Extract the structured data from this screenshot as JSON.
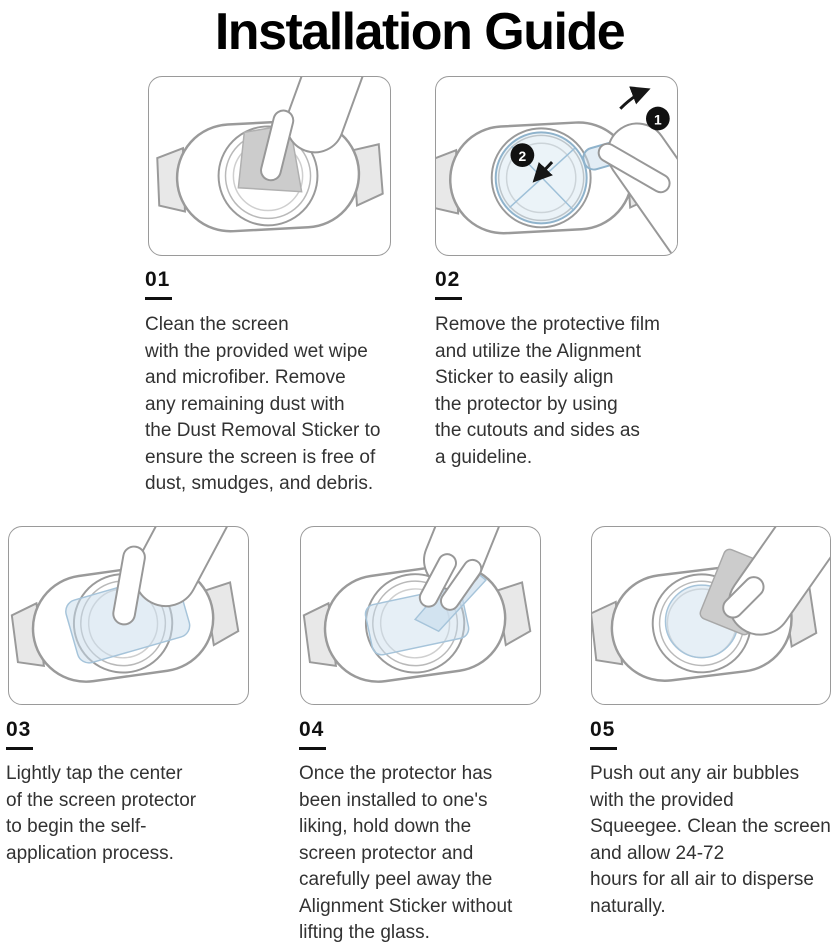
{
  "title": "Installation Guide",
  "colors": {
    "film": "#c7dcec",
    "wipe": "#cccccc",
    "badge": "#111111"
  },
  "steps": [
    {
      "id": "01",
      "text": "Clean the screen\nwith the provided wet wipe\nand microfiber. Remove\nany remaining dust with\nthe Dust Removal Sticker to\nensure the screen is free of\ndust, smudges, and debris."
    },
    {
      "id": "02",
      "text": "Remove the protective film\nand utilize the Alignment\nSticker to easily align\nthe protector by using\nthe cutouts and sides as\na guideline.",
      "badges": [
        "1",
        "2"
      ]
    },
    {
      "id": "03",
      "text": "Lightly tap the center\nof the screen protector\nto begin the self-\napplication process."
    },
    {
      "id": "04",
      "text": "Once the protector has\nbeen installed to one's\nliking, hold down the\nscreen protector and\ncarefully peel away the\nAlignment Sticker without\nlifting the glass."
    },
    {
      "id": "05",
      "text": "Push out any air bubbles\nwith the provided\nSqueegee. Clean the screen\nand allow 24-72\nhours for all air to disperse\nnaturally."
    }
  ]
}
